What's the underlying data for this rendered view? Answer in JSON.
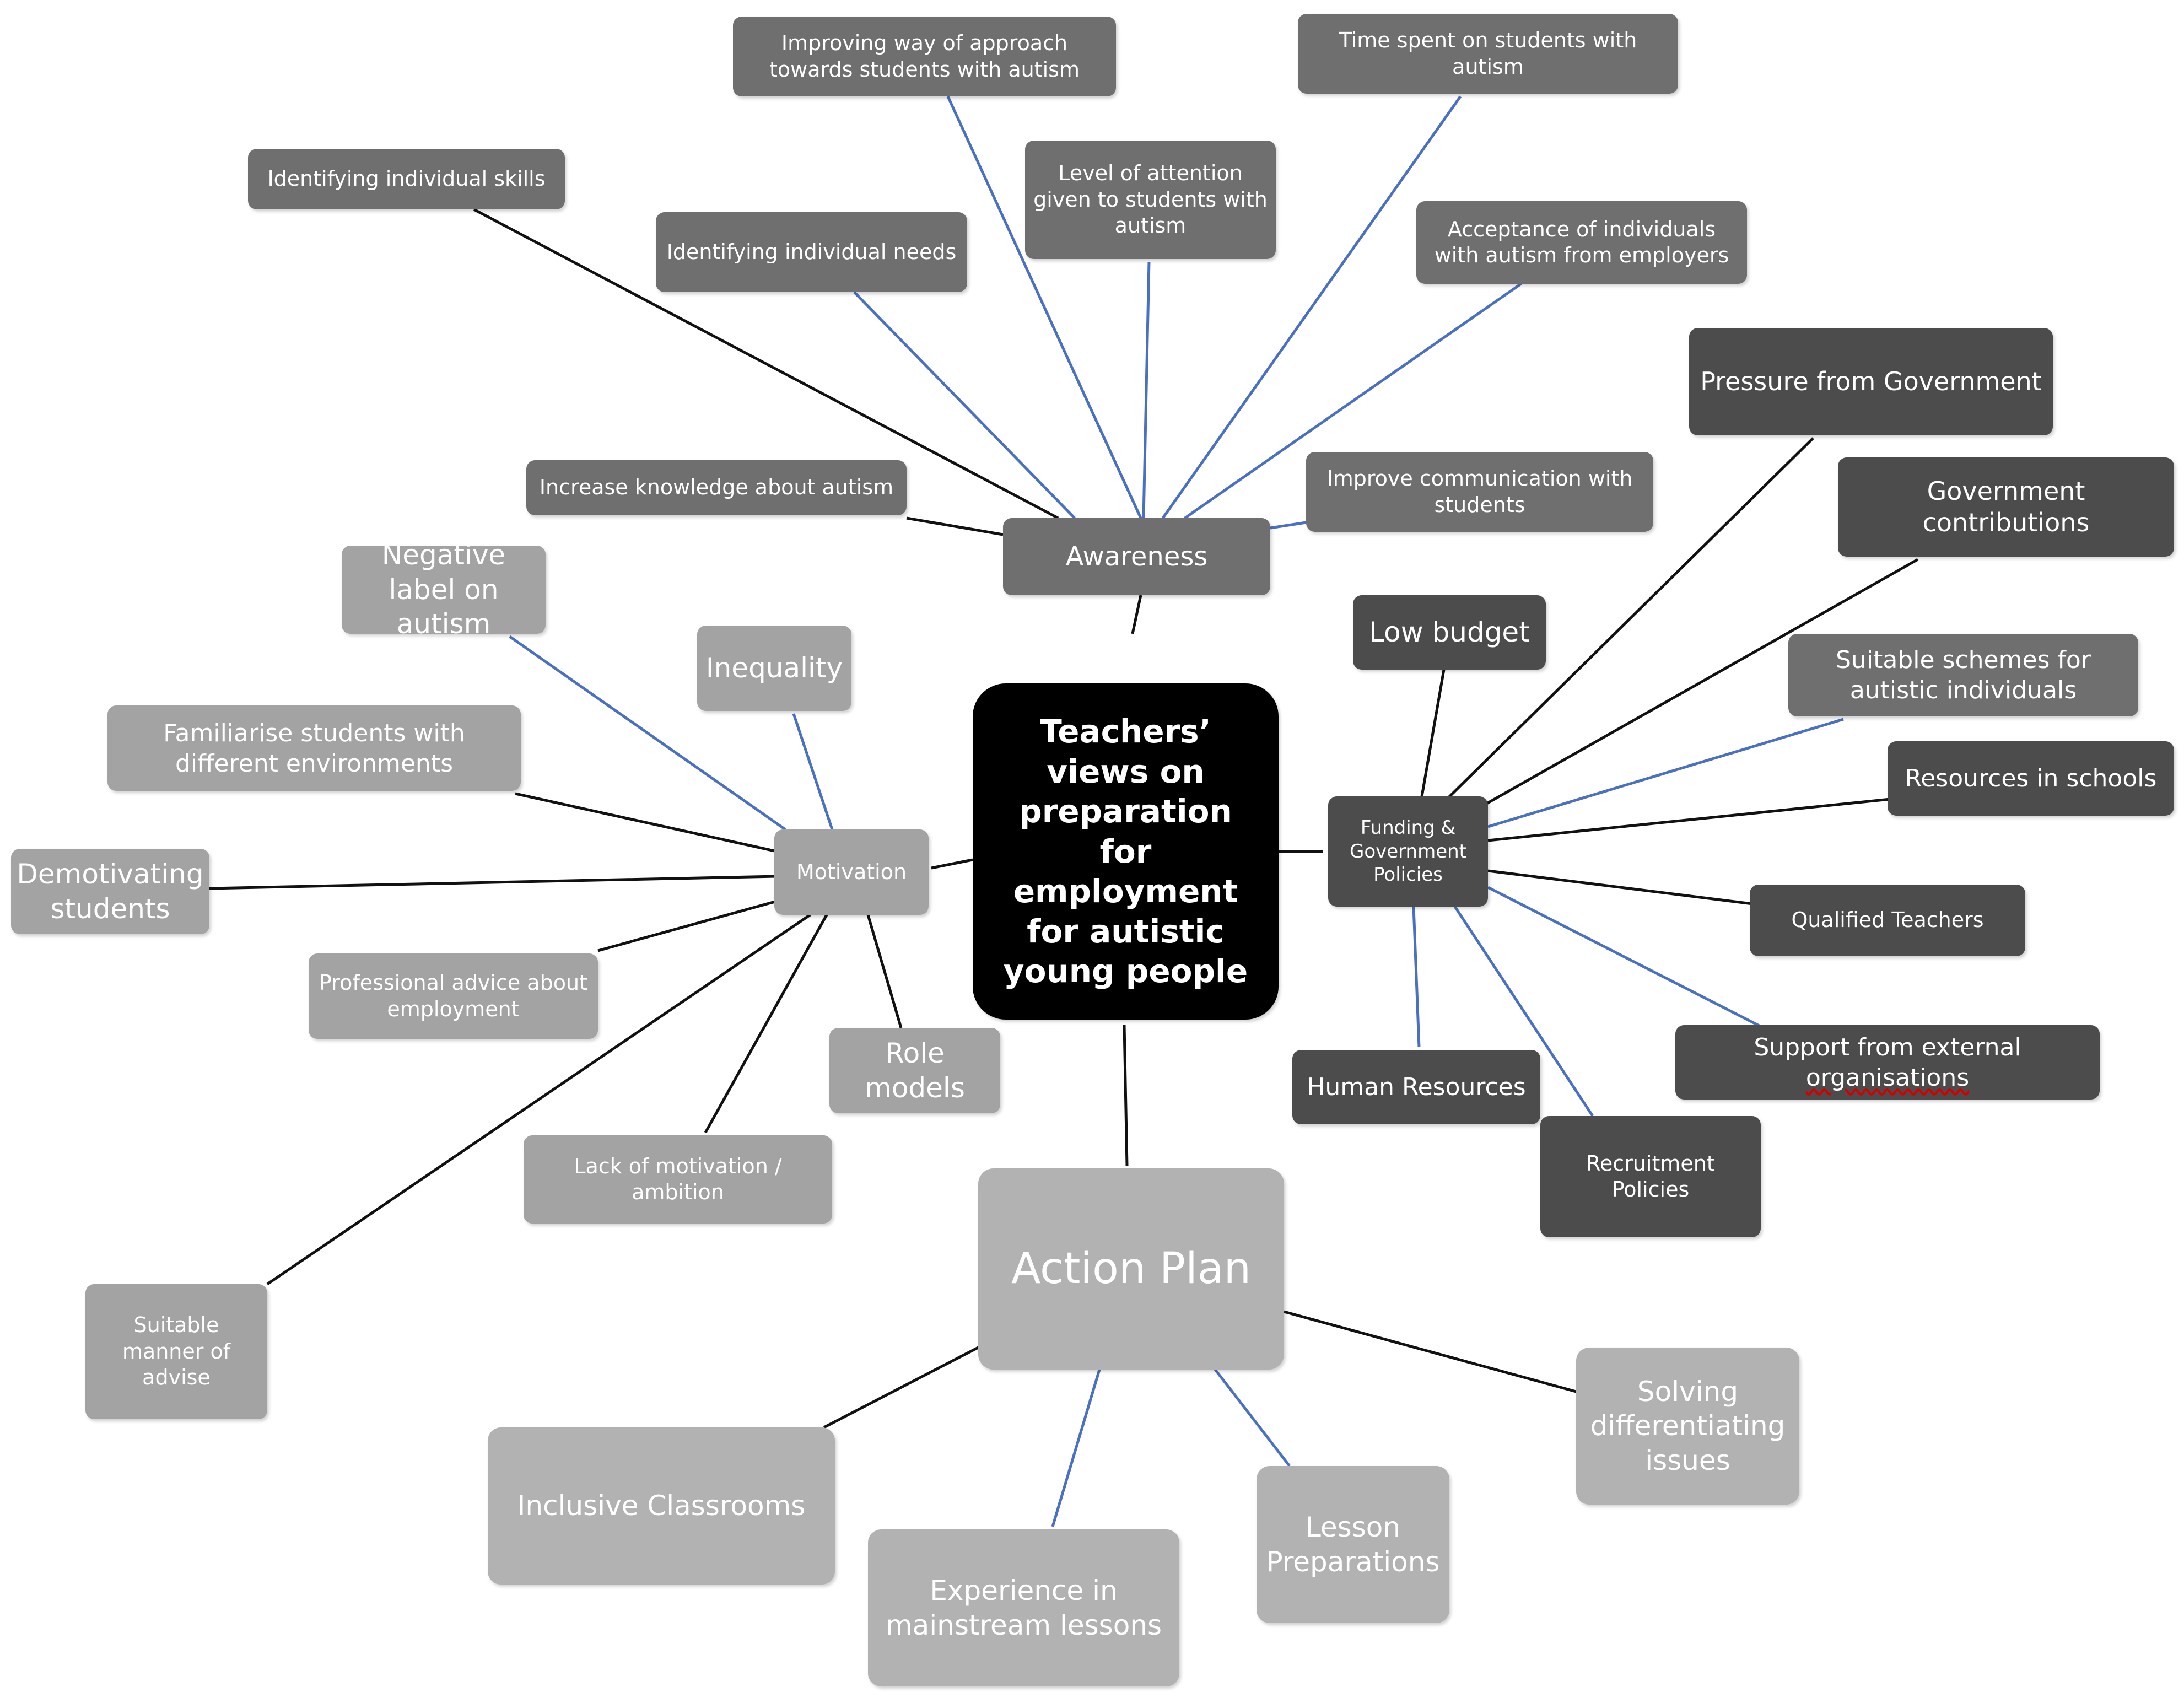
{
  "title": "Teachers’ views on preparation for employment for autistic young people",
  "colors": {
    "line_blue": "#4a70c2",
    "line_black": "#111111",
    "box_mid": "#6f6f6f",
    "box_dark": "#4c4c4c",
    "box_light": "#a3a3a3",
    "box_action": "#b2b2b2",
    "root": "#000000"
  },
  "nodes": {
    "root": "Teachers’ views on preparation for employment for autistic young people",
    "awareness": "Awareness",
    "funding": "Funding & Government Policies",
    "motivation": "Motivation",
    "action_plan": "Action Plan",
    "improving_approach": "Improving way of approach towards students with autism",
    "time_spent": "Time spent on students with autism",
    "identifying_skills": "Identifying individual skills",
    "level_attention": "Level of attention given to students with autism",
    "identifying_needs": "Identifying individual needs",
    "acceptance": "Acceptance of individuals with autism from employers",
    "increase_knowledge": "Increase knowledge about autism",
    "improve_communication": "Improve communication with students",
    "pressure_government": "Pressure from Government",
    "government_contributions": "Government contributions",
    "low_budget": "Low budget",
    "suitable_schemes": "Suitable schemes for autistic individuals",
    "resources_schools": "Resources in schools",
    "qualified_teachers": "Qualified Teachers",
    "support_external_1": "Support from external",
    "support_external_2": "organisations",
    "human_resources": "Human Resources",
    "recruitment_policies": "Recruitment Policies",
    "negative_label": "Negative label on autism",
    "inequality": "Inequality",
    "familiarise": "Familiarise students with different environments",
    "demotivating": "Demotivating students",
    "professional_advice": "Professional advice about employment",
    "role_models": "Role models",
    "lack_motivation": "Lack of motivation / ambition",
    "suitable_manner": "Suitable manner of advise",
    "inclusive_classrooms": "Inclusive Classrooms",
    "experience_mainstream": "Experience in mainstream lessons",
    "lesson_preparations": "Lesson Preparations",
    "solving_differentiating": "Solving differentiating issues"
  }
}
